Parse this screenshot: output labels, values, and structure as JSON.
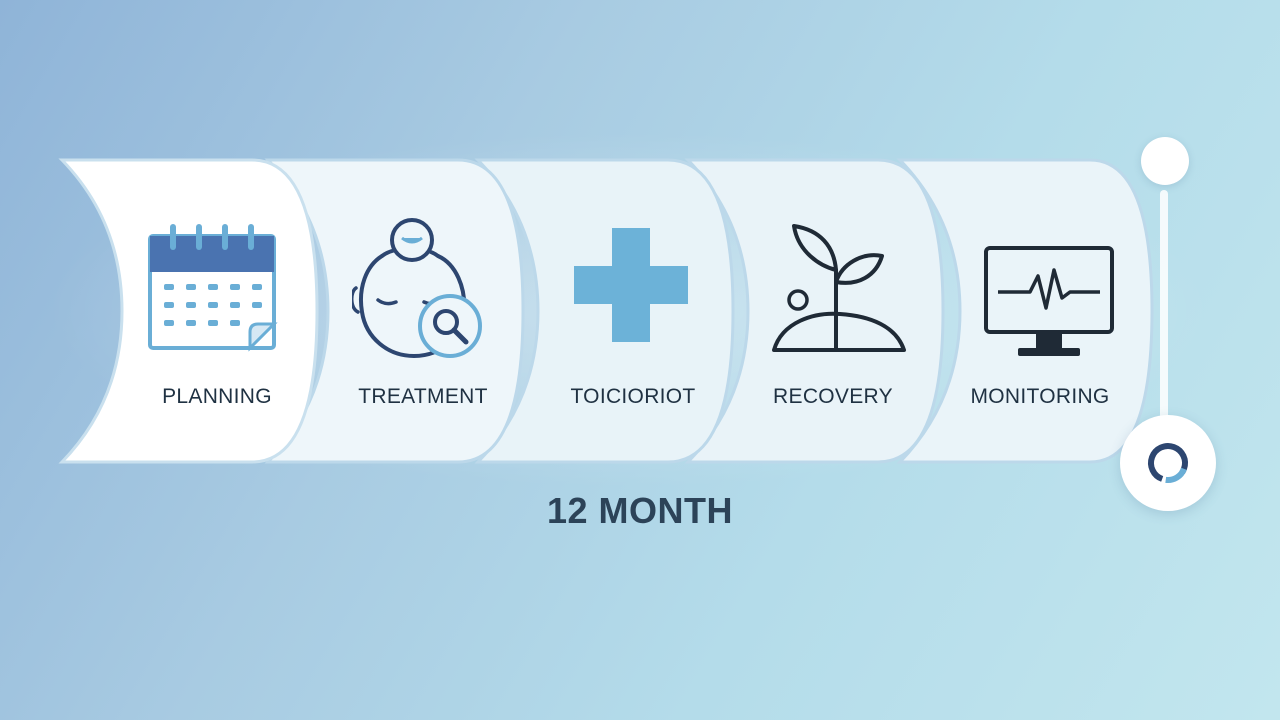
{
  "timeline": {
    "stages": [
      {
        "label": "PLANNING",
        "icon": "calendar-icon"
      },
      {
        "label": "TREATMENT",
        "icon": "patient-search-icon"
      },
      {
        "label": "TOICIORIOT",
        "icon": "medical-cross-icon"
      },
      {
        "label": "RECOVERY",
        "icon": "sprout-icon"
      },
      {
        "label": "MONITORING",
        "icon": "heart-monitor-icon"
      }
    ],
    "duration": "12 MONTH"
  },
  "colors": {
    "icon_blue": "#4a73b0",
    "icon_light_blue": "#6aaed6",
    "cross_blue": "#6cb2d8",
    "icon_dark": "#1f2a36",
    "card_edge": "#bcd8ea"
  }
}
